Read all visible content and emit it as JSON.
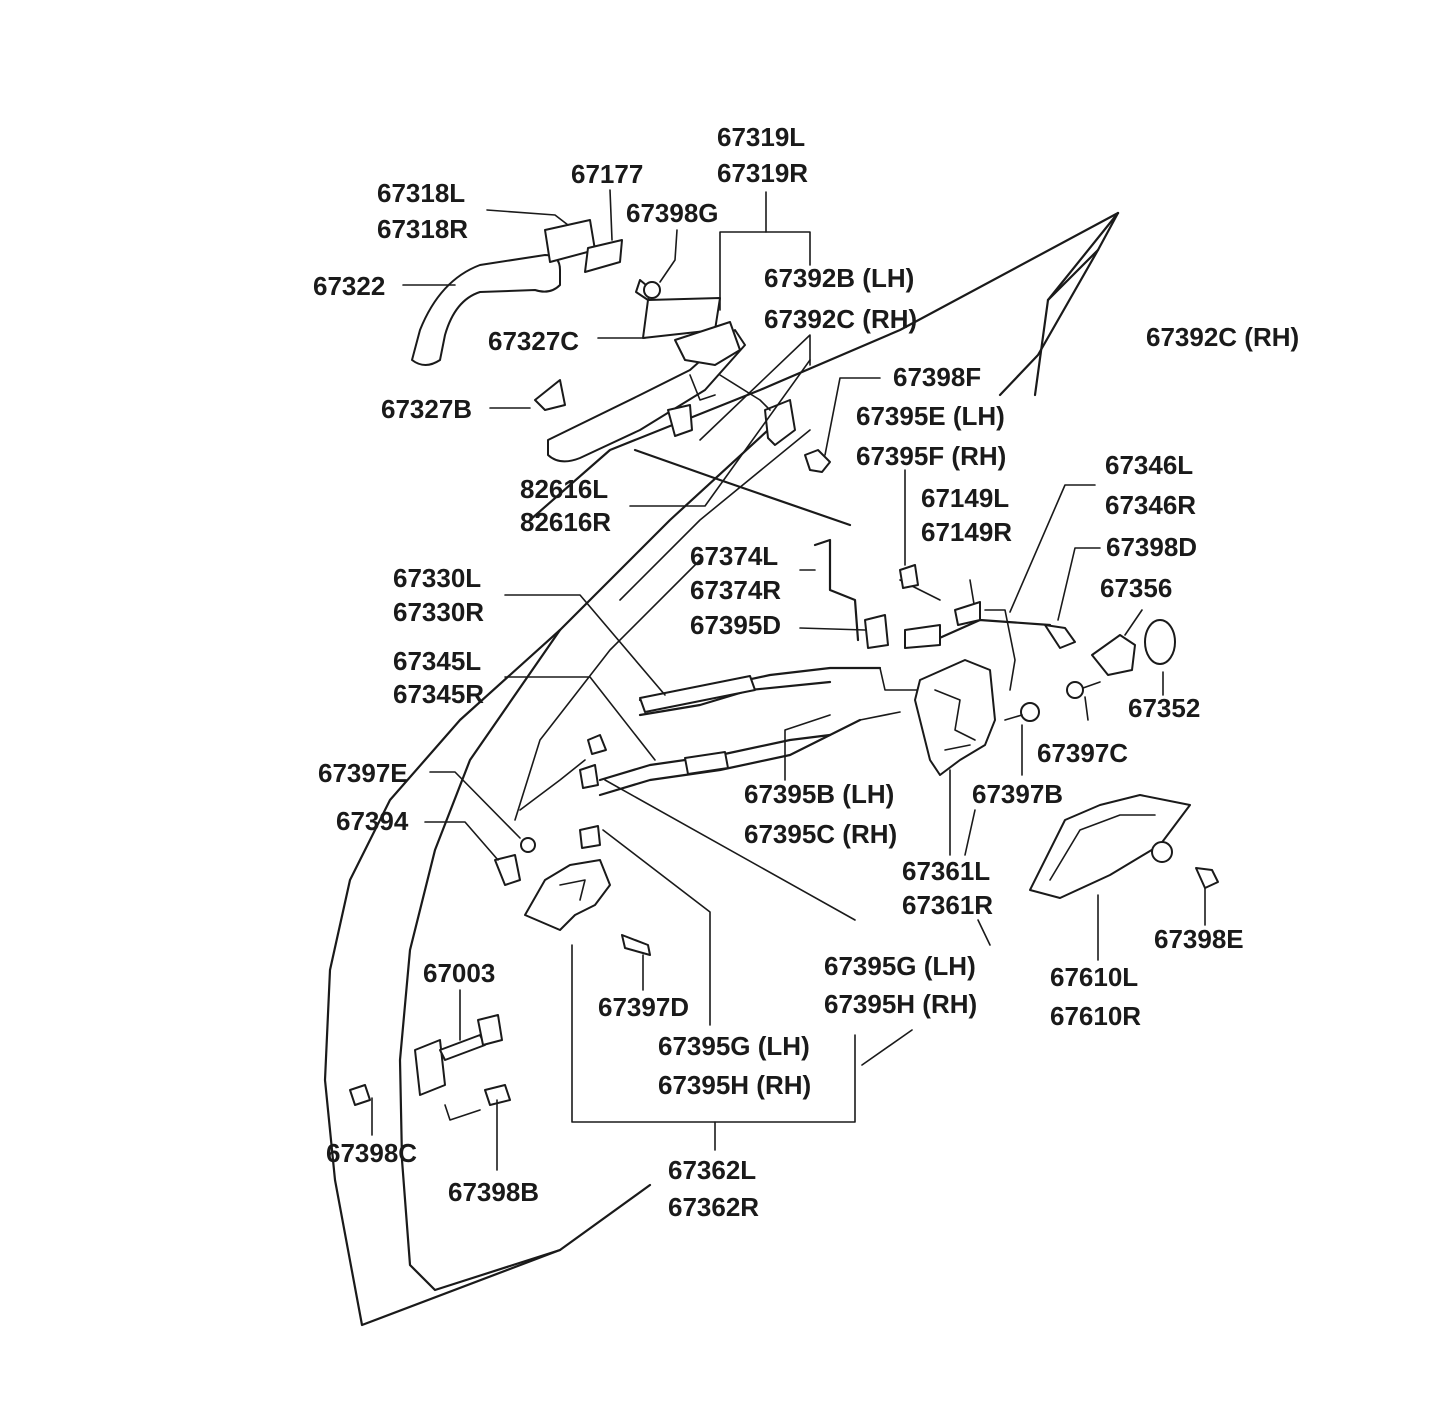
{
  "labels": {
    "p67319L": "67319L",
    "p67319R": "67319R",
    "p67177": "67177",
    "p67318L": "67318L",
    "p67318R": "67318R",
    "p67398G": "67398G",
    "p67322": "67322",
    "p67392B_LH": "67392B (LH)",
    "p67392C_RH_a": "67392C (RH)",
    "p67392C_RH_b": "67392C (RH)",
    "p67327C": "67327C",
    "p67398F": "67398F",
    "p67327B": "67327B",
    "p67395E_LH": "67395E (LH)",
    "p67395F_RH": "67395F (RH)",
    "p82616L": "82616L",
    "p82616R": "82616R",
    "p67346L": "67346L",
    "p67346R": "67346R",
    "p67149L": "67149L",
    "p67149R": "67149R",
    "p67374L": "67374L",
    "p67374R": "67374R",
    "p67398D": "67398D",
    "p67330L": "67330L",
    "p67330R": "67330R",
    "p67356": "67356",
    "p67395D": "67395D",
    "p67345L": "67345L",
    "p67345R": "67345R",
    "p67352": "67352",
    "p67397C": "67397C",
    "p67397E": "67397E",
    "p67395B_LH": "67395B (LH)",
    "p67397B": "67397B",
    "p67394": "67394",
    "p67395C_RH": "67395C (RH)",
    "p67361L": "67361L",
    "p67361R": "67361R",
    "p67398E": "67398E",
    "p67395G_LH_a": "67395G (LH)",
    "p67395H_RH_a": "67395H (RH)",
    "p67003": "67003",
    "p67610L": "67610L",
    "p67610R": "67610R",
    "p67397D": "67397D",
    "p67395G_LH_b": "67395G (LH)",
    "p67395H_RH_b": "67395H (RH)",
    "p67398C": "67398C",
    "p67362L": "67362L",
    "p67398B": "67398B",
    "p67362R": "67362R"
  }
}
